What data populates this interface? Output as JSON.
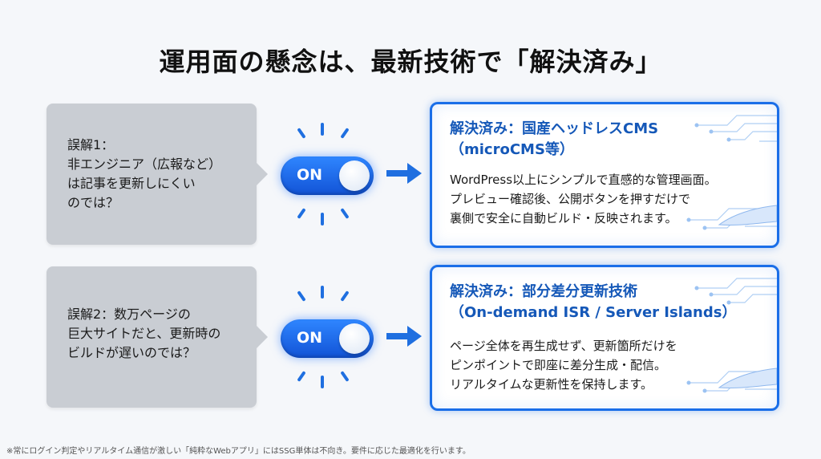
{
  "title": "運用面の懸念は、最新技術で「解決済み」",
  "rows": [
    {
      "myth": "誤解1：\n非エンジニア（広報など）\nは記事を更新しにくい\nのでは？",
      "toggle_label": "ON",
      "solution_title": "解決済み：国産ヘッドレスCMS\n（microCMS等）",
      "solution_body": "WordPress以上にシンプルで直感的な管理画面。\nプレビュー確認後、公開ボタンを押すだけで\n裏側で安全に自動ビルド・反映されます。"
    },
    {
      "myth": "誤解2：数万ページの\n巨大サイトだと、更新時の\nビルドが遅いのでは？",
      "toggle_label": "ON",
      "solution_title": "解決済み：部分差分更新技術\n（On-demand ISR / Server Islands）",
      "solution_body": "ページ全体を再生成せず、更新箇所だけを\nピンポイントで即座に差分生成・配信。\nリアルタイムな更新性を保持します。"
    }
  ],
  "footnote": "※常にログイン判定やリアルタイム通信が激しい「純粋なWebアプリ」にはSSG単体は不向き。要件に応じた最適化を行います。",
  "colors": {
    "accent": "#1a6ee8",
    "toggle": "#1f6fe0",
    "myth_bg": "#c9cdd3",
    "solution_title": "#1558b8"
  }
}
